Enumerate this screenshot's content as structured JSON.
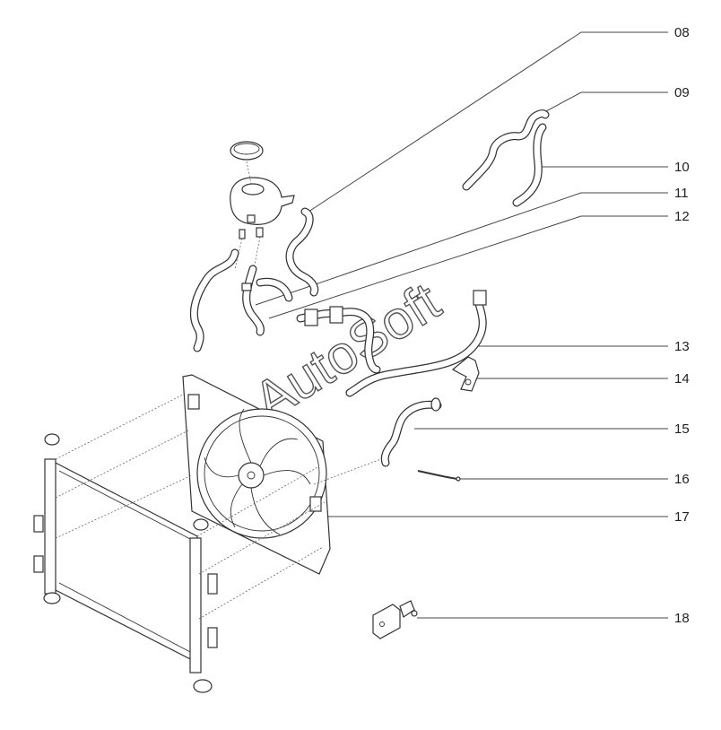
{
  "diagram": {
    "callouts": [
      {
        "id": "c08",
        "label": "08"
      },
      {
        "id": "c09",
        "label": "09"
      },
      {
        "id": "c10",
        "label": "10"
      },
      {
        "id": "c11",
        "label": "11"
      },
      {
        "id": "c12",
        "label": "12"
      },
      {
        "id": "c13",
        "label": "13"
      },
      {
        "id": "c14",
        "label": "14"
      },
      {
        "id": "c15",
        "label": "15"
      },
      {
        "id": "c16",
        "label": "16"
      },
      {
        "id": "c17",
        "label": "17"
      },
      {
        "id": "c18",
        "label": "18"
      }
    ],
    "watermark": "AutoSoft"
  }
}
